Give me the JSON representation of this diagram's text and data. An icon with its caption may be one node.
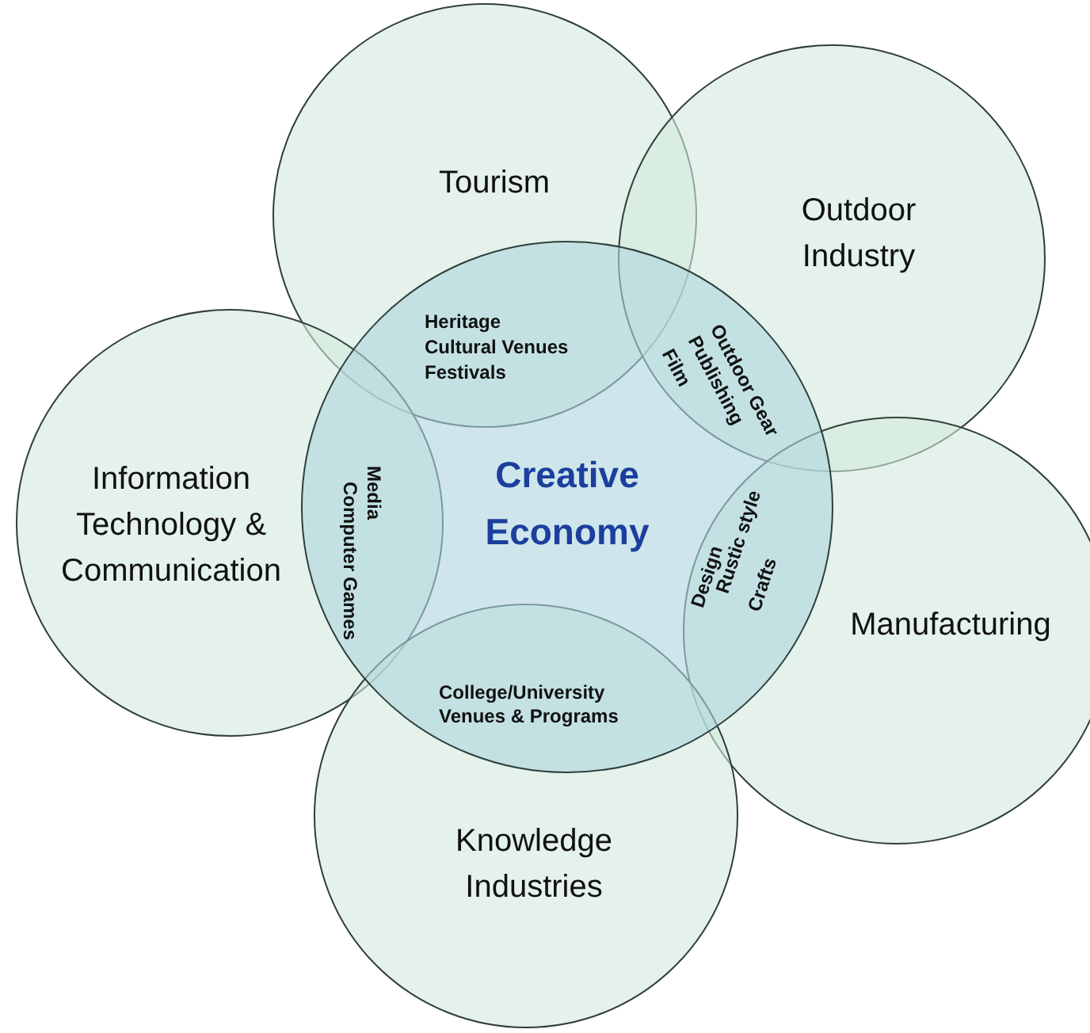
{
  "diagram": {
    "nodes": [
      {
        "text": [
          "Creative Economy"
        ]
      },
      {
        "text": [
          "Tourism"
        ]
      },
      {
        "text": [
          "Outdoor Industry"
        ]
      },
      {
        "text": [
          "Information Technology & Communication"
        ]
      },
      {
        "text": [
          "Manufacturing"
        ]
      },
      {
        "text": [
          "Knowledge Industries"
        ]
      }
    ],
    "edges": [],
    "labels": [
      "Heritage",
      "Cultural Venues",
      "Festivals",
      "Outdoor Gear",
      "Publishing",
      "Film",
      "Media",
      "Computer Games",
      "Design",
      "Rustic style",
      "Crafts",
      "College/University",
      "Venues & Programs"
    ]
  }
}
